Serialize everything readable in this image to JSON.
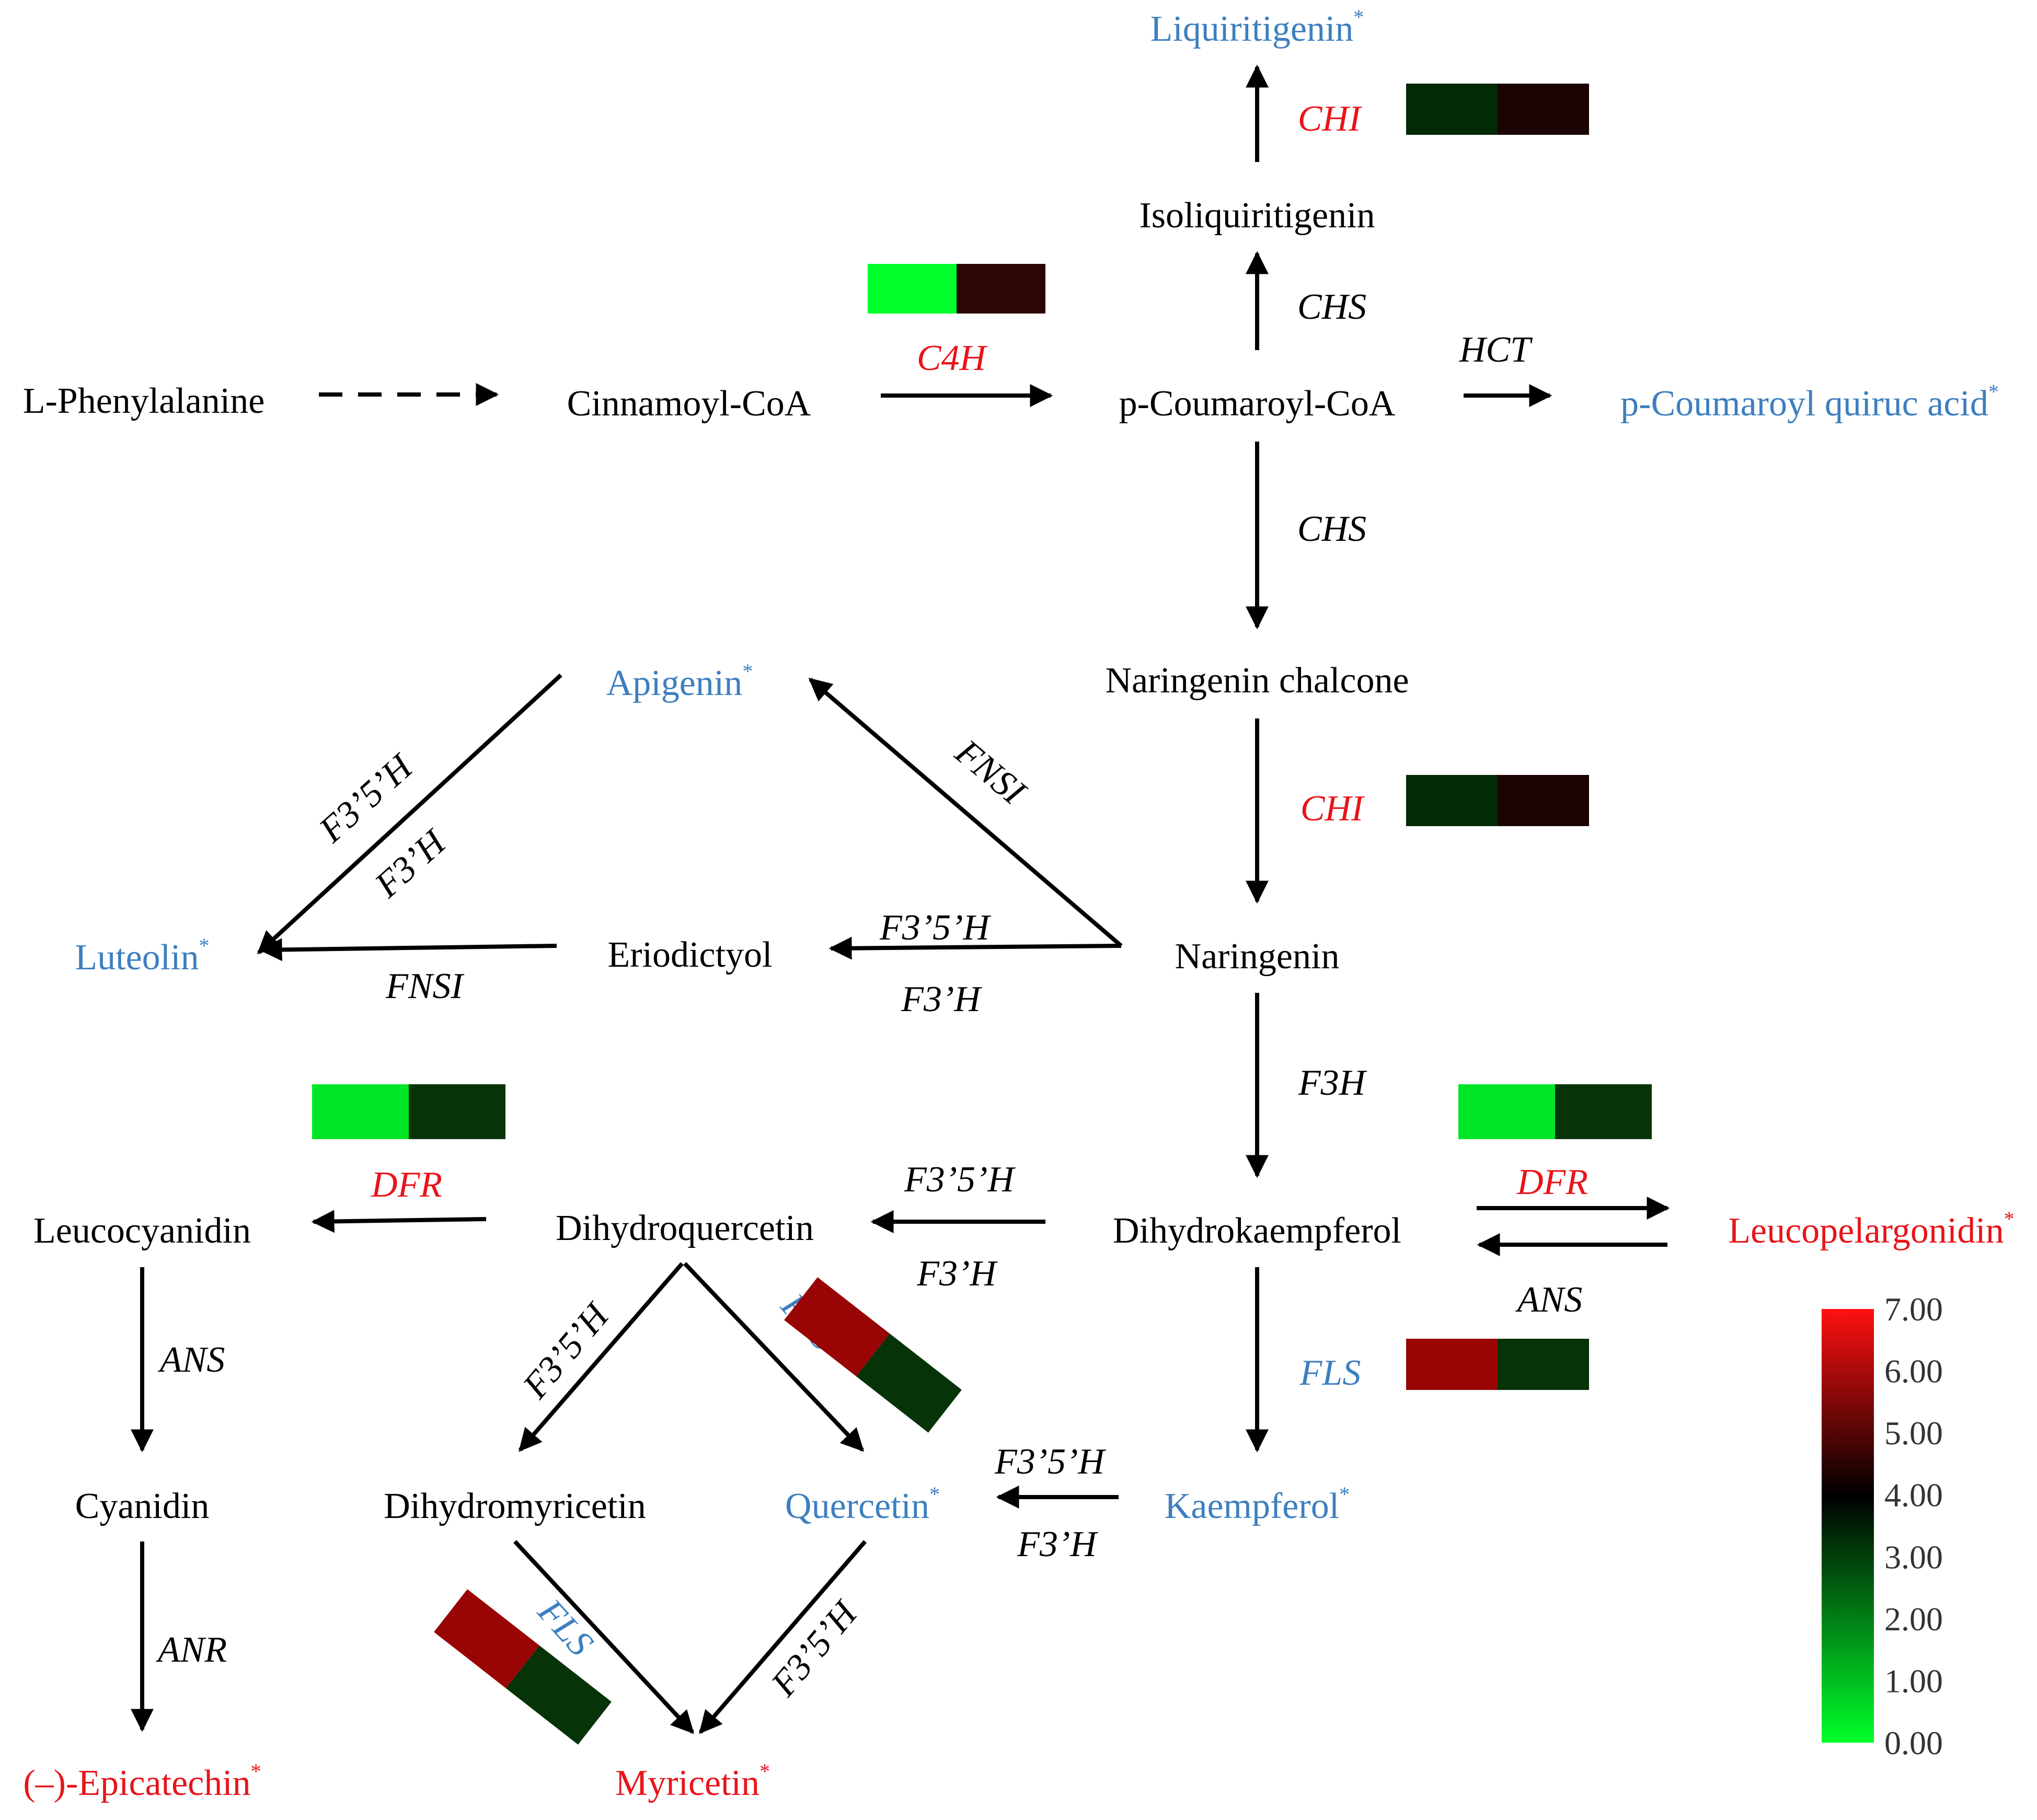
{
  "compounds": {
    "l_phenylalanine": {
      "label": "L-Phenylalanine",
      "sup": ""
    },
    "cinnamoyl_coa": {
      "label": "Cinnamoyl-CoA",
      "sup": ""
    },
    "p_coumaroyl_coa": {
      "label": "p-Coumaroyl-CoA",
      "sup": ""
    },
    "p_coumaroyl_quiruc": {
      "label": "p-Coumaroyl quiruc acid",
      "sup": "*"
    },
    "isoliquiritigenin": {
      "label": "Isoliquiritigenin",
      "sup": ""
    },
    "liquiritigenin": {
      "label": "Liquiritigenin",
      "sup": "*"
    },
    "naringenin_chalcone": {
      "label": "Naringenin chalcone",
      "sup": ""
    },
    "naringenin": {
      "label": "Naringenin",
      "sup": ""
    },
    "apigenin": {
      "label": "Apigenin",
      "sup": "*"
    },
    "eriodictyol": {
      "label": "Eriodictyol",
      "sup": ""
    },
    "luteolin": {
      "label": "Luteolin",
      "sup": "*"
    },
    "dihydrokaempferol": {
      "label": "Dihydrokaempferol",
      "sup": ""
    },
    "leucopelargonidin": {
      "label": "Leucopelargonidin",
      "sup": "*"
    },
    "dihydroquercetin": {
      "label": "Dihydroquercetin",
      "sup": ""
    },
    "leucocyanidin": {
      "label": "Leucocyanidin",
      "sup": ""
    },
    "cyanidin": {
      "label": "Cyanidin",
      "sup": ""
    },
    "epicatechin": {
      "label": "(–)-Epicatechin",
      "sup": "*"
    },
    "dihydromyricetin": {
      "label": "Dihydromyricetin",
      "sup": ""
    },
    "quercetin": {
      "label": "Quercetin",
      "sup": "*"
    },
    "kaempferol": {
      "label": "Kaempferol",
      "sup": "*"
    },
    "myricetin": {
      "label": "Myricetin",
      "sup": "*"
    }
  },
  "enzymes": {
    "c4h": "C4H",
    "hct": "HCT",
    "chs": "CHS",
    "chi": "CHI",
    "f3h": "F3H",
    "fnsi": "FNSI",
    "f35h": "F3’5’H",
    "f3ph": "F3’H",
    "dfr": "DFR",
    "ans": "ANS",
    "anr": "ANR",
    "fls": "FLS"
  },
  "heatmap": {
    "c4h": [
      "#00ff2a",
      "#2e0505"
    ],
    "chi_top": [
      "#032a05",
      "#1a0404"
    ],
    "chi_mid": [
      "#032a05",
      "#1a0404"
    ],
    "dfr_left": [
      "#00e627",
      "#063308"
    ],
    "dfr_right": [
      "#00e627",
      "#063308"
    ],
    "fls_right": [
      "#990505",
      "#063308"
    ],
    "fls_dq": [
      "#990505",
      "#063308"
    ],
    "fls_dm": [
      "#990505",
      "#063308"
    ]
  },
  "colorbar": {
    "ticks": [
      "7.00",
      "6.00",
      "5.00",
      "4.00",
      "3.00",
      "2.00",
      "1.00",
      "0.00"
    ],
    "colors": {
      "high": "#ff1010",
      "mid": "#000000",
      "low": "#00ff2a"
    }
  },
  "colors": {
    "compound_blue": "#3d7fbf",
    "compound_red": "#e8141a",
    "enzyme_red": "#e8141a",
    "enzyme_blue": "#3d7fbf"
  }
}
